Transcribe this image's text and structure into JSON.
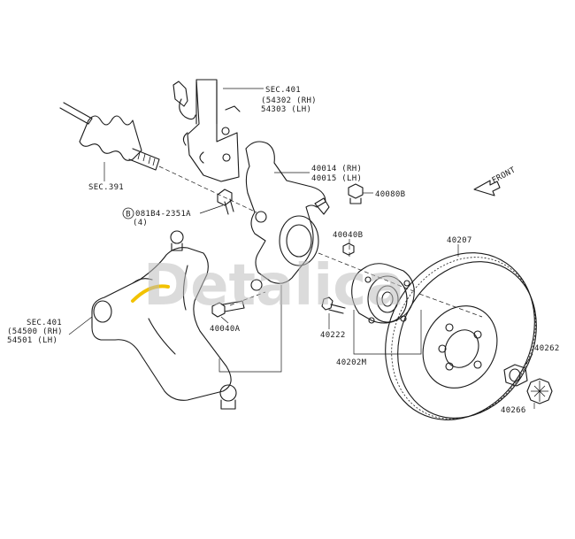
{
  "labels": {
    "sec401_strut": "SEC.401",
    "strut_rh": "(54302 (RH)",
    "strut_lh": " 54303 (LH)",
    "sec391": "SEC.391",
    "knuckle_rh": "40014 (RH)",
    "knuckle_lh": "40015 (LH)",
    "bolt_b_code": "081B4-2351A",
    "bolt_b_qty": "(4)",
    "nut_40080b": "40080B",
    "nut_40040b": "40040B",
    "sec401_arm": "SEC.401",
    "arm_rh": "(54500 (RH)",
    "arm_lh": " 54501 (LH)",
    "bolt_40040a": "40040A",
    "rotor": "40207",
    "bolt_40222": "40222",
    "hub": "40202M",
    "nut_40262": "40262",
    "cap_40266": "40266",
    "front": "FRONT",
    "b_mark": "B"
  },
  "watermark": {
    "text": "Detalica",
    "colors": {
      "text": "#bdbdbd",
      "accent": "#f2c200"
    }
  }
}
